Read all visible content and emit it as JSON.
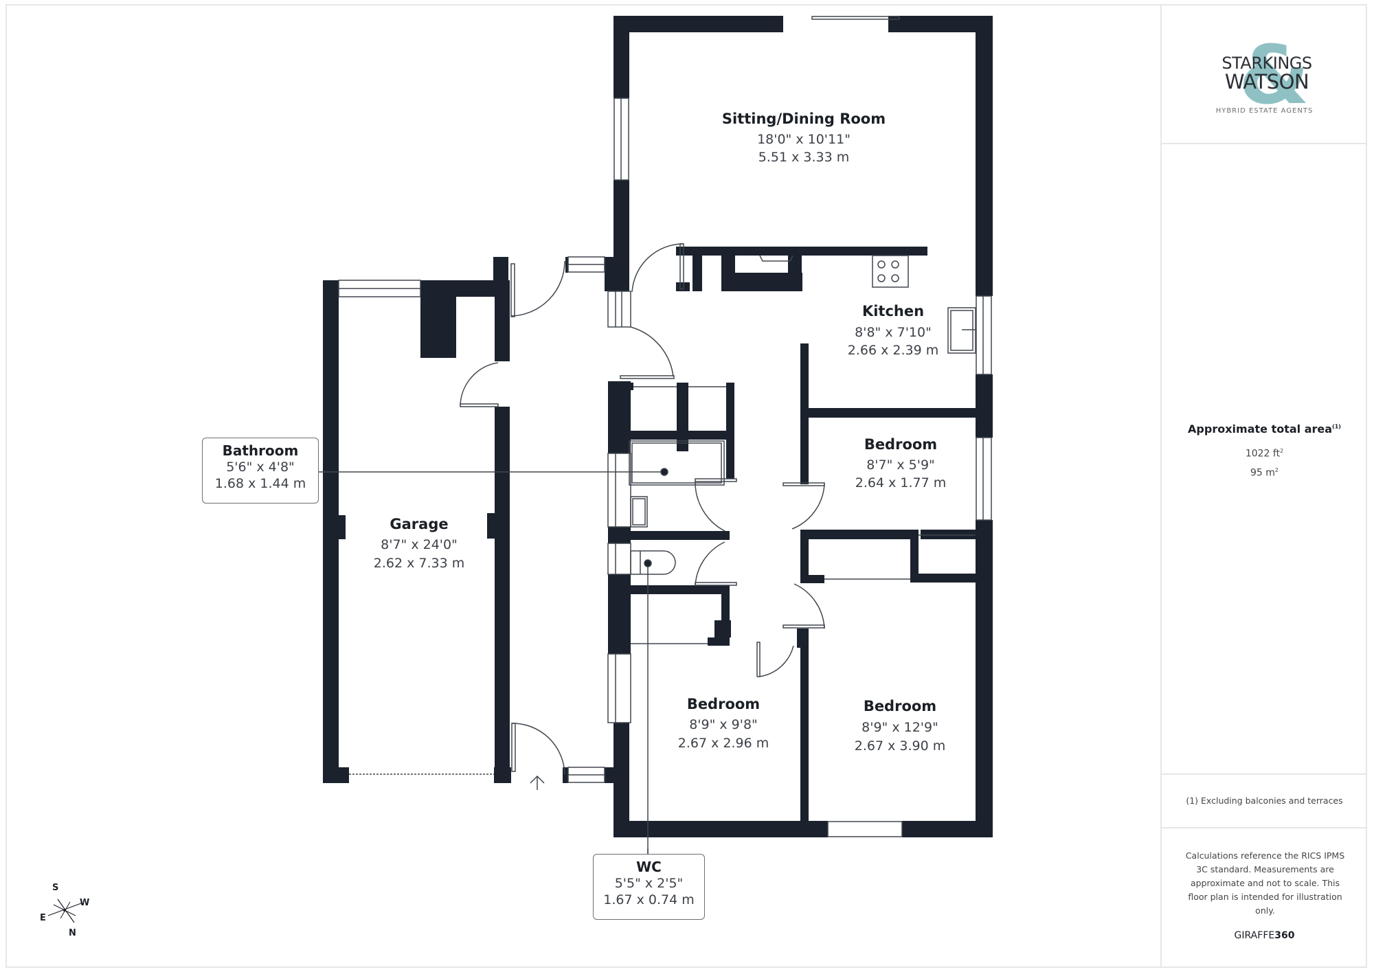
{
  "brand": {
    "logo_line1": "STARKINGS",
    "logo_line2": "WATSON",
    "logo_ampersand": "&",
    "tagline": "HYBRID ESTATE AGENTS",
    "accent_color": "#8fc1c4",
    "wall_color": "#1b222d"
  },
  "rooms": {
    "sitting_dining": {
      "name": "Sitting/Dining Room",
      "imperial": "18'0\" x 10'11\"",
      "metric": "5.51 x 3.33 m"
    },
    "kitchen": {
      "name": "Kitchen",
      "imperial": "8'8\" x 7'10\"",
      "metric": "2.66 x 2.39 m"
    },
    "bedroom_small": {
      "name": "Bedroom",
      "imperial": "8'7\" x 5'9\"",
      "metric": "2.64 x 1.77 m"
    },
    "bedroom_left": {
      "name": "Bedroom",
      "imperial": "8'9\" x 9'8\"",
      "metric": "2.67 x 2.96 m"
    },
    "bedroom_right": {
      "name": "Bedroom",
      "imperial": "8'9\" x 12'9\"",
      "metric": "2.67 x 3.90 m"
    },
    "garage": {
      "name": "Garage",
      "imperial": "8'7\" x 24'0\"",
      "metric": "2.62 x 7.33 m"
    },
    "bathroom": {
      "name": "Bathroom",
      "imperial": "5'6\" x 4'8\"",
      "metric": "1.68 x 1.44 m"
    },
    "wc": {
      "name": "WC",
      "imperial": "5'5\" x 2'5\"",
      "metric": "1.67 x 0.74 m"
    }
  },
  "compass": {
    "s": "S",
    "w": "W",
    "e": "E",
    "n": "N"
  },
  "area": {
    "title": "Approximate total area",
    "footnote_marker": "(1)",
    "ft_value": "1022 ft",
    "m_value": "95 m",
    "sq": "2"
  },
  "note": "(1) Excluding balconies and terraces",
  "disclaimer": "Calculations reference the RICS IPMS 3C standard. Measurements are approximate and not to scale. This floor plan is intended for illustration only.",
  "provider": {
    "prefix": "GIRAFFE",
    "suffix": "360"
  }
}
